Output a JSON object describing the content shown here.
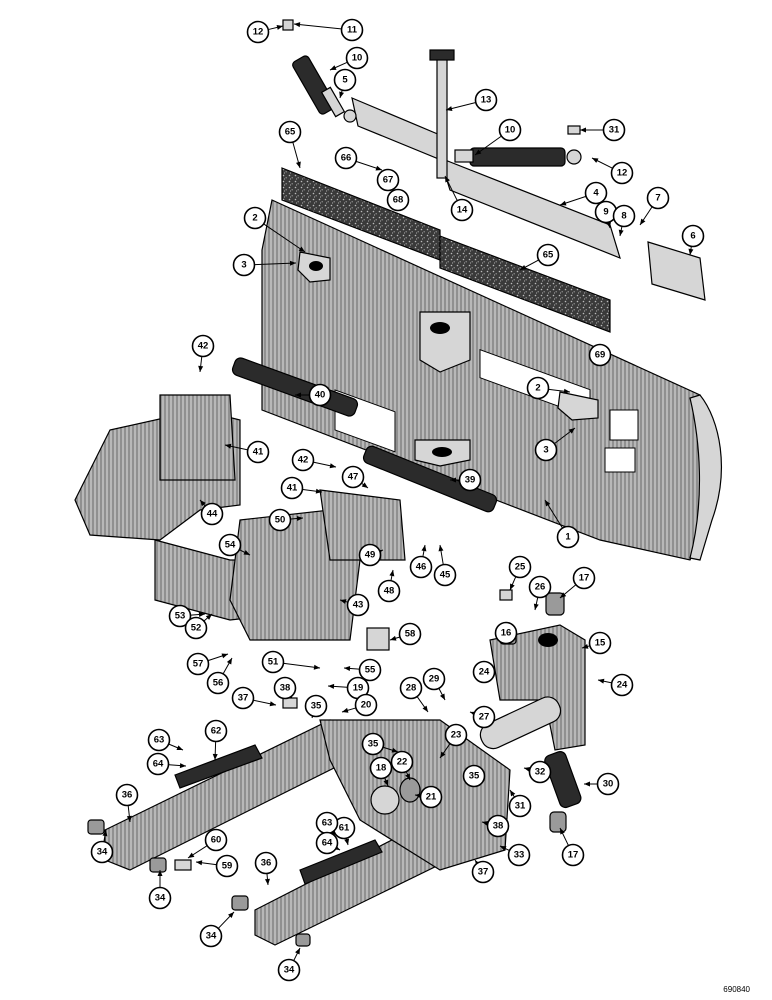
{
  "drawing_number": "690840",
  "callouts": [
    {
      "label": "12"
    },
    {
      "label": "11"
    },
    {
      "label": "10"
    },
    {
      "label": "5"
    },
    {
      "label": "13"
    },
    {
      "label": "10"
    },
    {
      "label": "31"
    },
    {
      "label": "12"
    },
    {
      "label": "65"
    },
    {
      "label": "66"
    },
    {
      "label": "67"
    },
    {
      "label": "68"
    },
    {
      "label": "14"
    },
    {
      "label": "7"
    },
    {
      "label": "4"
    },
    {
      "label": "9"
    },
    {
      "label": "8"
    },
    {
      "label": "6"
    },
    {
      "label": "2"
    },
    {
      "label": "3"
    },
    {
      "label": "65"
    },
    {
      "label": "69"
    },
    {
      "label": "2"
    },
    {
      "label": "3"
    },
    {
      "label": "42"
    },
    {
      "label": "40"
    },
    {
      "label": "41"
    },
    {
      "label": "42"
    },
    {
      "label": "47"
    },
    {
      "label": "41"
    },
    {
      "label": "39"
    },
    {
      "label": "44"
    },
    {
      "label": "50"
    },
    {
      "label": "49"
    },
    {
      "label": "46"
    },
    {
      "label": "45"
    },
    {
      "label": "1"
    },
    {
      "label": "48"
    },
    {
      "label": "54"
    },
    {
      "label": "43"
    },
    {
      "label": "25"
    },
    {
      "label": "26"
    },
    {
      "label": "17"
    },
    {
      "label": "53"
    },
    {
      "label": "52"
    },
    {
      "label": "58"
    },
    {
      "label": "16"
    },
    {
      "label": "15"
    },
    {
      "label": "57"
    },
    {
      "label": "56"
    },
    {
      "label": "51"
    },
    {
      "label": "55"
    },
    {
      "label": "24"
    },
    {
      "label": "24"
    },
    {
      "label": "19"
    },
    {
      "label": "20"
    },
    {
      "label": "28"
    },
    {
      "label": "29"
    },
    {
      "label": "27"
    },
    {
      "label": "37"
    },
    {
      "label": "38"
    },
    {
      "label": "35"
    },
    {
      "label": "62"
    },
    {
      "label": "23"
    },
    {
      "label": "63"
    },
    {
      "label": "64"
    },
    {
      "label": "35"
    },
    {
      "label": "32"
    },
    {
      "label": "30"
    },
    {
      "label": "18"
    },
    {
      "label": "22"
    },
    {
      "label": "35"
    },
    {
      "label": "36"
    },
    {
      "label": "21"
    },
    {
      "label": "31"
    },
    {
      "label": "61"
    },
    {
      "label": "38"
    },
    {
      "label": "60"
    },
    {
      "label": "63"
    },
    {
      "label": "64"
    },
    {
      "label": "33"
    },
    {
      "label": "34"
    },
    {
      "label": "59"
    },
    {
      "label": "37"
    },
    {
      "label": "17"
    },
    {
      "label": "34"
    },
    {
      "label": "36"
    },
    {
      "label": "34"
    },
    {
      "label": "34"
    }
  ]
}
